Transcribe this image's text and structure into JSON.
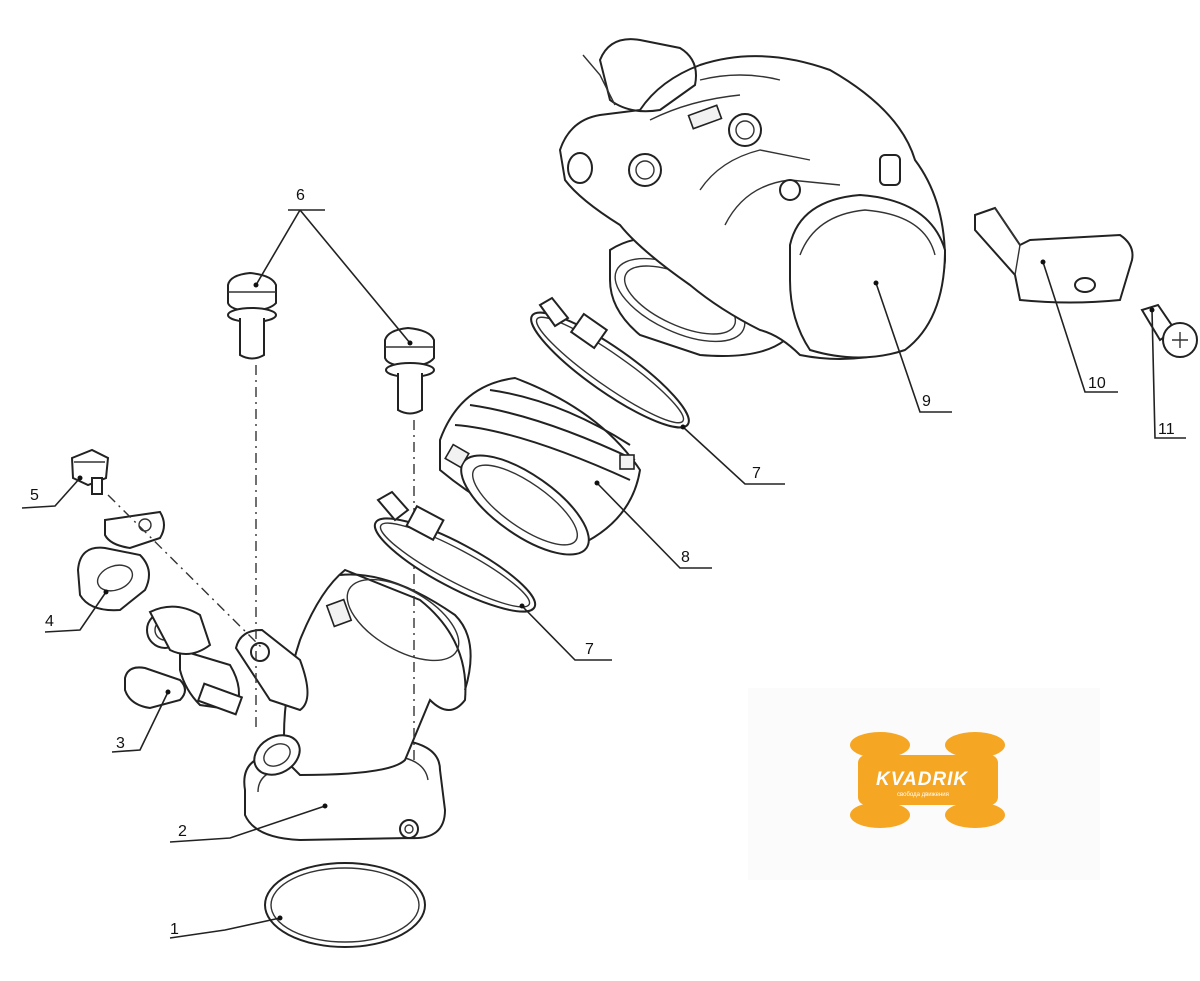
{
  "callouts": {
    "c1": "1",
    "c2": "2",
    "c3": "3",
    "c4": "4",
    "c5": "5",
    "c6": "6",
    "c7a": "7",
    "c7b": "7",
    "c8": "8",
    "c9": "9",
    "c10": "10",
    "c11": "11"
  },
  "watermark": {
    "brand": "KVADRIK",
    "tagline": "свобода движения",
    "color": "#f5a623"
  }
}
